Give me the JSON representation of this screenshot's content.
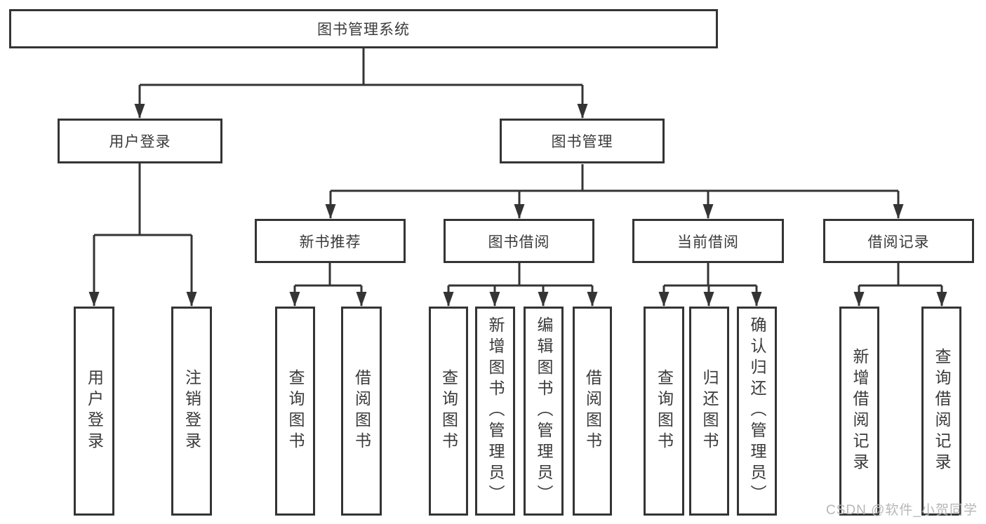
{
  "diagram": {
    "kind": "hierarchy-tree",
    "tree": {
      "label": "图书管理系统",
      "children": [
        {
          "label": "用户登录",
          "children": [
            {
              "label": "用户登录"
            },
            {
              "label": "注销登录"
            }
          ]
        },
        {
          "label": "图书管理",
          "children": [
            {
              "label": "新书推荐",
              "children": [
                {
                  "label": "查询图书"
                },
                {
                  "label": "借阅图书"
                }
              ]
            },
            {
              "label": "图书借阅",
              "children": [
                {
                  "label": "查询图书"
                },
                {
                  "label": "新增图书（管理员）"
                },
                {
                  "label": "编辑图书（管理员）"
                },
                {
                  "label": "借阅图书"
                }
              ]
            },
            {
              "label": "当前借阅",
              "children": [
                {
                  "label": "查询图书"
                },
                {
                  "label": "归还图书"
                },
                {
                  "label": "确认归还（管理员）"
                }
              ]
            },
            {
              "label": "借阅记录",
              "children": [
                {
                  "label": "新增借阅记录"
                },
                {
                  "label": "查询借阅记录"
                }
              ]
            }
          ]
        }
      ]
    },
    "colors": {
      "line": "#343434",
      "box_border": "#343434",
      "text": "#3a3a3a",
      "watermark": "#b7b7b7",
      "background": "#ffffff"
    }
  },
  "watermark": "CSDN @软件_小贺同学"
}
